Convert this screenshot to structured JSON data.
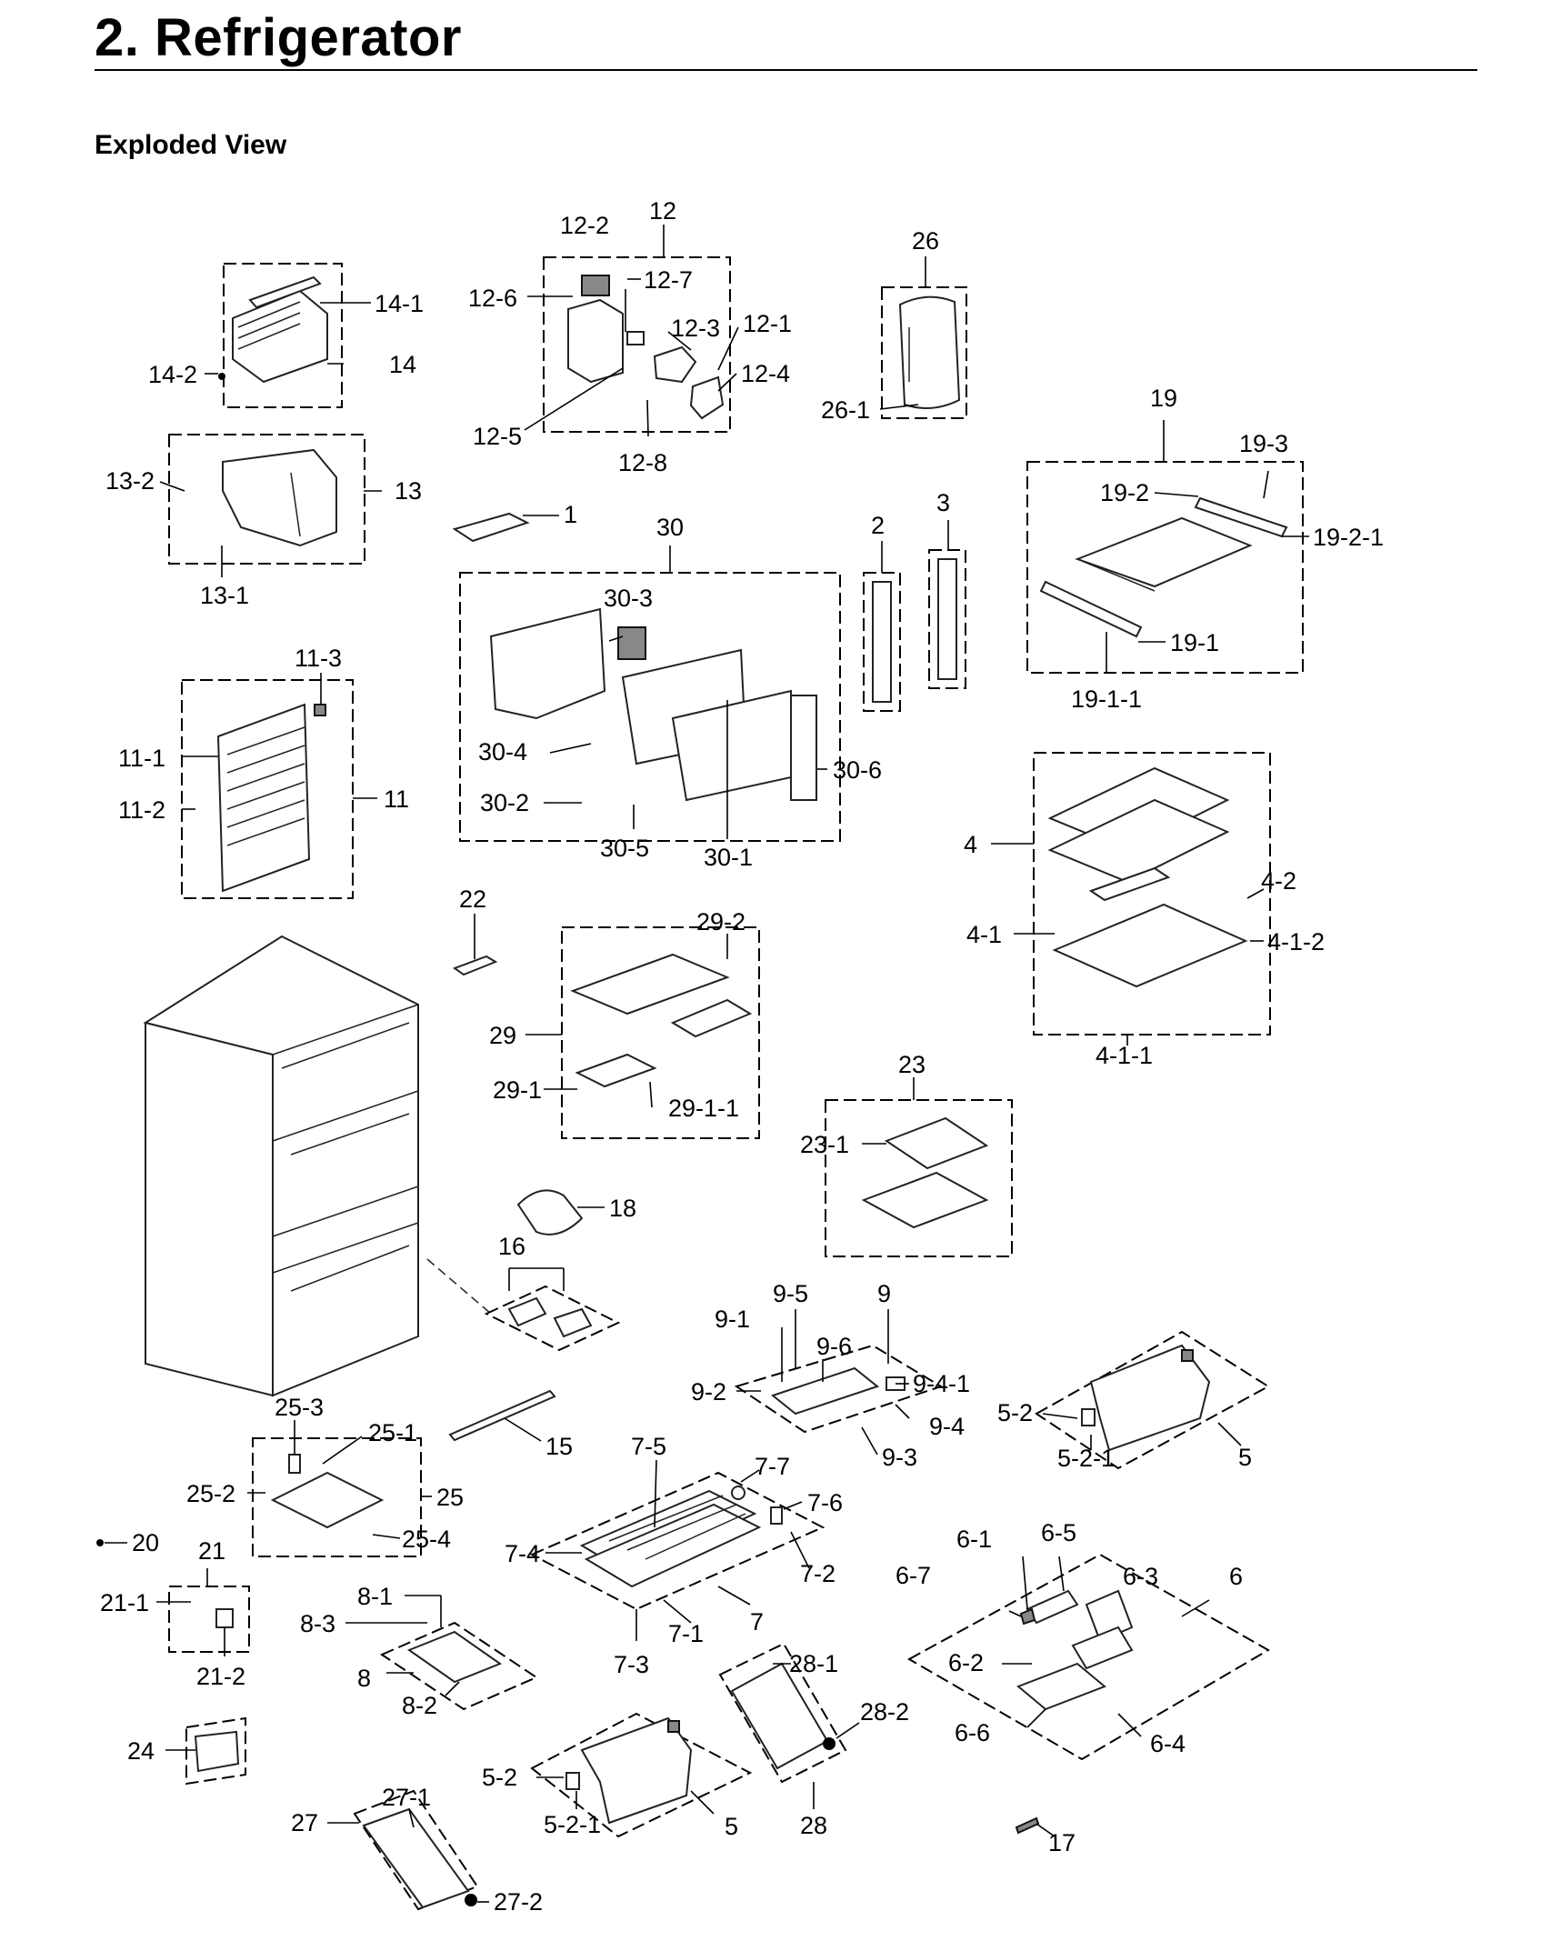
{
  "page": {
    "title": "2.  Refrigerator",
    "subtitle": "Exploded View"
  },
  "labels": {
    "p1": "1",
    "p2": "2",
    "p3": "3",
    "p4": "4",
    "p4_1": "4-1",
    "p4_1_1": "4-1-1",
    "p4_1_2": "4-1-2",
    "p4_2": "4-2",
    "p5a": "5",
    "p5_2a": "5-2",
    "p5_2_1a": "5-2-1",
    "p5b": "5",
    "p5_2b": "5-2",
    "p5_2_1b": "5-2-1",
    "p6": "6",
    "p6_1": "6-1",
    "p6_2": "6-2",
    "p6_3": "6-3",
    "p6_4": "6-4",
    "p6_5": "6-5",
    "p6_6": "6-6",
    "p6_7": "6-7",
    "p7": "7",
    "p7_1": "7-1",
    "p7_2": "7-2",
    "p7_3": "7-3",
    "p7_4": "7-4",
    "p7_5": "7-5",
    "p7_6": "7-6",
    "p7_7": "7-7",
    "p8": "8",
    "p8_1": "8-1",
    "p8_2": "8-2",
    "p8_3": "8-3",
    "p9": "9",
    "p9_1": "9-1",
    "p9_2": "9-2",
    "p9_3": "9-3",
    "p9_4": "9-4",
    "p9_4_1": "9-4-1",
    "p9_5": "9-5",
    "p9_6": "9-6",
    "p11": "11",
    "p11_1": "11-1",
    "p11_2": "11-2",
    "p11_3": "11-3",
    "p12": "12",
    "p12_1": "12-1",
    "p12_2": "12-2",
    "p12_3": "12-3",
    "p12_4": "12-4",
    "p12_5": "12-5",
    "p12_6": "12-6",
    "p12_7": "12-7",
    "p12_8": "12-8",
    "p13": "13",
    "p13_1": "13-1",
    "p13_2": "13-2",
    "p14": "14",
    "p14_1": "14-1",
    "p14_2": "14-2",
    "p15": "15",
    "p16": "16",
    "p17": "17",
    "p18": "18",
    "p19": "19",
    "p19_1": "19-1",
    "p19_1_1": "19-1-1",
    "p19_2": "19-2",
    "p19_2_1": "19-2-1",
    "p19_3": "19-3",
    "p20": "20",
    "p21": "21",
    "p21_1": "21-1",
    "p21_2": "21-2",
    "p22": "22",
    "p23": "23",
    "p23_1": "23-1",
    "p24": "24",
    "p25": "25",
    "p25_1": "25-1",
    "p25_2": "25-2",
    "p25_3": "25-3",
    "p25_4": "25-4",
    "p26": "26",
    "p26_1": "26-1",
    "p27": "27",
    "p27_1": "27-1",
    "p27_2": "27-2",
    "p28": "28",
    "p28_1": "28-1",
    "p28_2": "28-2",
    "p29": "29",
    "p29_1": "29-1",
    "p29_1_1": "29-1-1",
    "p29_2": "29-2",
    "p30": "30",
    "p30_1": "30-1",
    "p30_2": "30-2",
    "p30_3": "30-3",
    "p30_4": "30-4",
    "p30_5": "30-5",
    "p30_6": "30-6"
  }
}
